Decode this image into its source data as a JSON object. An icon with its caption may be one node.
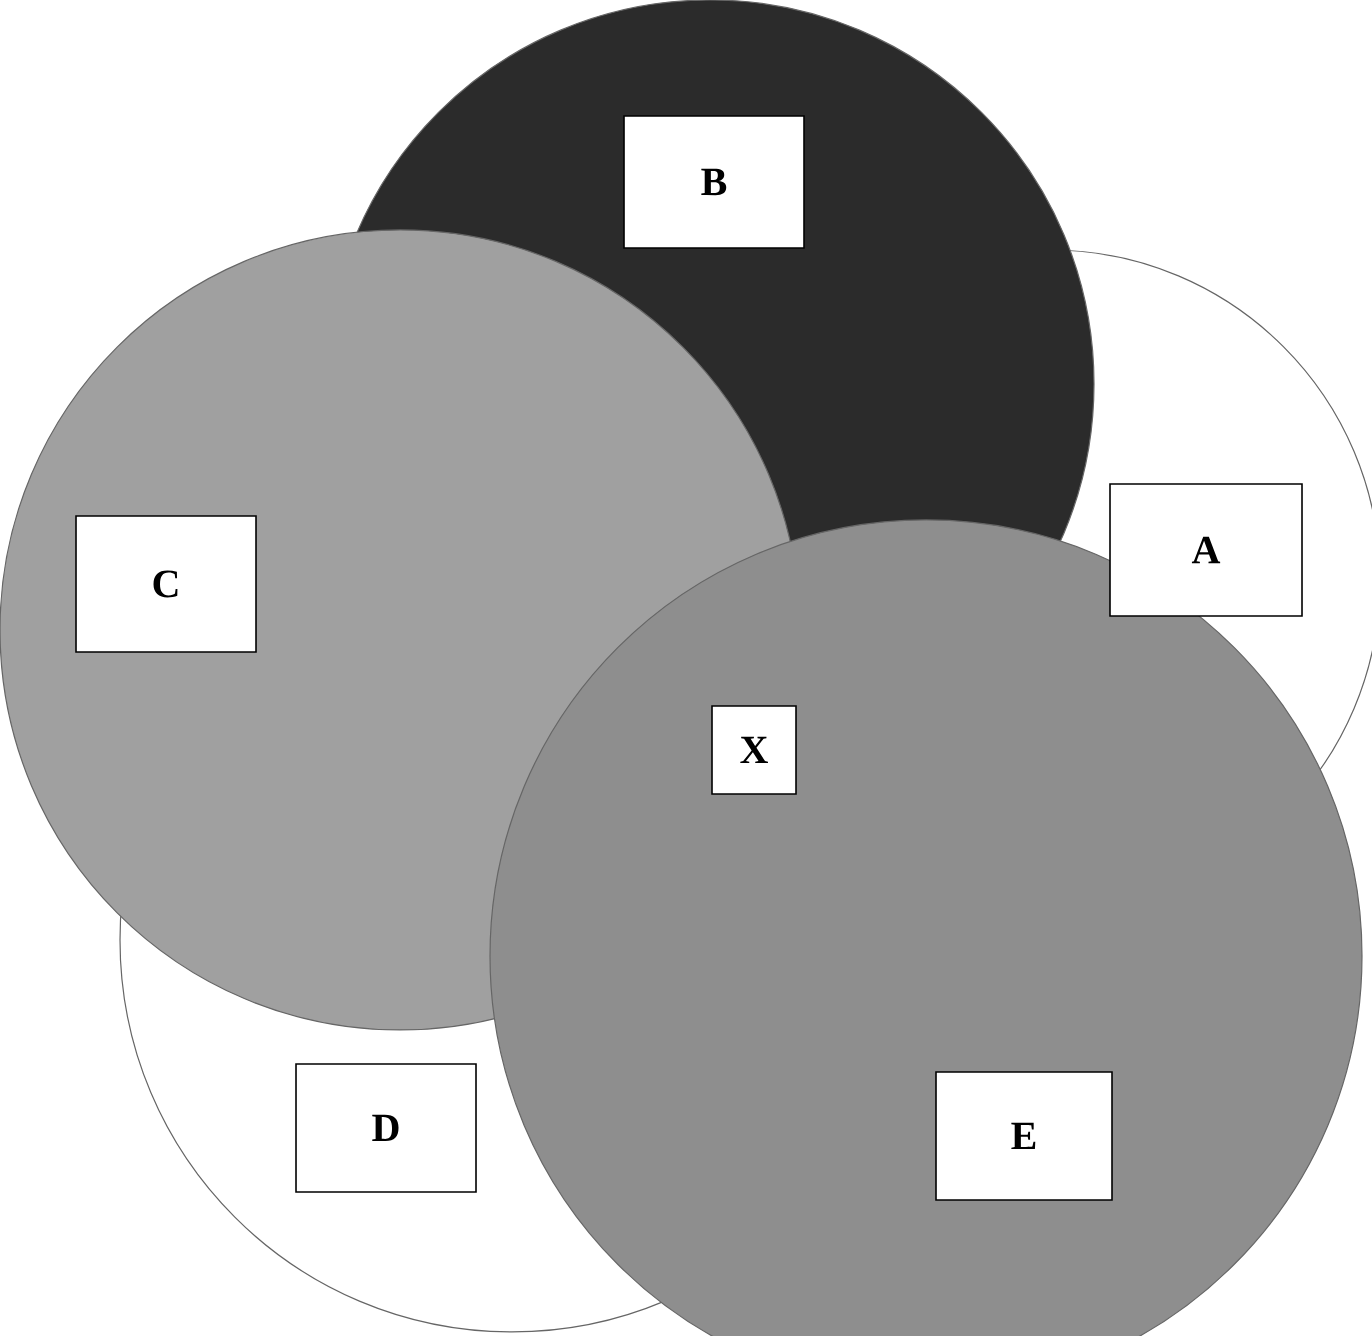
{
  "diagram": {
    "nodes": [
      {
        "text": [
          "B"
        ]
      },
      {
        "text": [
          "A"
        ]
      },
      {
        "text": [
          "C"
        ]
      },
      {
        "text": [
          "D"
        ]
      },
      {
        "text": [
          "E"
        ]
      }
    ],
    "labels": [
      "X"
    ]
  }
}
